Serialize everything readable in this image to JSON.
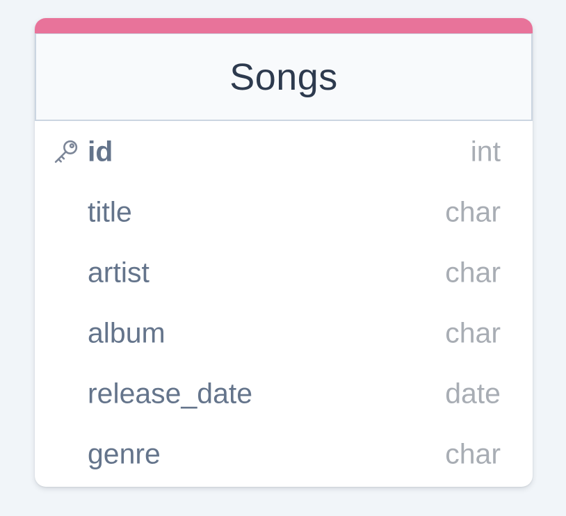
{
  "table": {
    "title": "Songs",
    "accent_color": "#e8739a",
    "columns": [
      {
        "name": "id",
        "type": "int",
        "primary_key": true,
        "icon": "key-icon"
      },
      {
        "name": "title",
        "type": "char"
      },
      {
        "name": "artist",
        "type": "char"
      },
      {
        "name": "album",
        "type": "char"
      },
      {
        "name": "release_date",
        "type": "date"
      },
      {
        "name": "genre",
        "type": "char"
      }
    ]
  }
}
